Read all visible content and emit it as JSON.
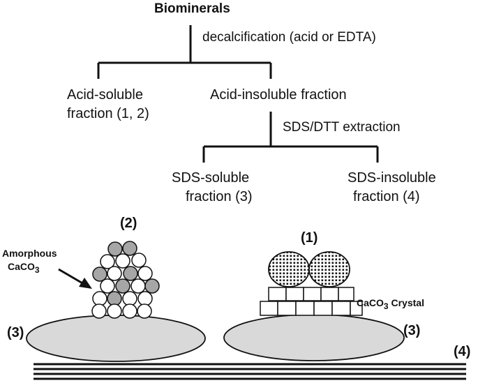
{
  "tree": {
    "root": "Biominerals",
    "step1": "decalcification (acid or EDTA)",
    "acid_soluble": {
      "line1": "Acid-soluble",
      "line2": "fraction (1, 2)"
    },
    "acid_insoluble": "Acid-insoluble fraction",
    "step2": "SDS/DTT extraction",
    "sds_soluble": {
      "line1": "SDS-soluble",
      "line2": "fraction (3)"
    },
    "sds_insoluble": {
      "line1": "SDS-insoluble",
      "line2": "fraction (4)"
    }
  },
  "illustration": {
    "label_1": "(1)",
    "label_2": "(2)",
    "label_3_left": "(3)",
    "label_3_right": "(3)",
    "label_4": "(4)",
    "amorphous": {
      "line1": "Amorphous",
      "line2_main": "CaCO",
      "line2_sub": "3"
    },
    "crystal": {
      "main_prefix": "CaCO",
      "sub": "3",
      "suffix": " Crystal"
    }
  },
  "colors": {
    "line": "#111111",
    "ellipse_fill": "#d9d9d9",
    "gray_sphere": "#a6a6a6",
    "white_sphere": "#ffffff"
  }
}
